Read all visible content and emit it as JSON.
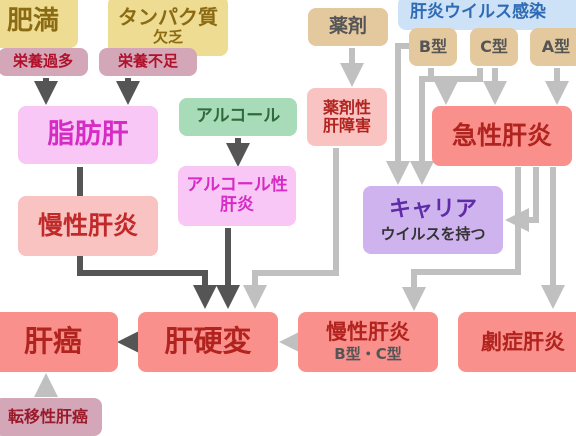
{
  "nodes": {
    "obesity": "肥満",
    "protein_l1": "タンパク質",
    "protein_l2": "欠乏",
    "overeat": "栄養過多",
    "undernourish": "栄養不足",
    "drug": "薬剤",
    "hepvirus": "肝炎ウイルス感染",
    "typeB": "B型",
    "typeC": "C型",
    "typeA": "A型",
    "fattyliver": "脂肪肝",
    "alcohol": "アルコール",
    "drughep_l1": "薬剤性",
    "drughep_l2": "肝障害",
    "acutehep": "急性肝炎",
    "alcohep_l1": "アルコール性",
    "alcohep_l2": "肝炎",
    "carrier_l1": "キャリア",
    "carrier_l2": "ウイルスを持つ",
    "chronichep": "慢性肝炎",
    "cancer": "肝癌",
    "cirrhosis": "肝硬変",
    "chronicBC_l1": "慢性肝炎",
    "chronicBC_l2": "B型・C型",
    "fulminant": "劇症肝炎",
    "metastatic": "転移性肝癌"
  },
  "colors": {
    "arrow_dark": "#555555",
    "arrow_light": "#c0c0c0"
  }
}
